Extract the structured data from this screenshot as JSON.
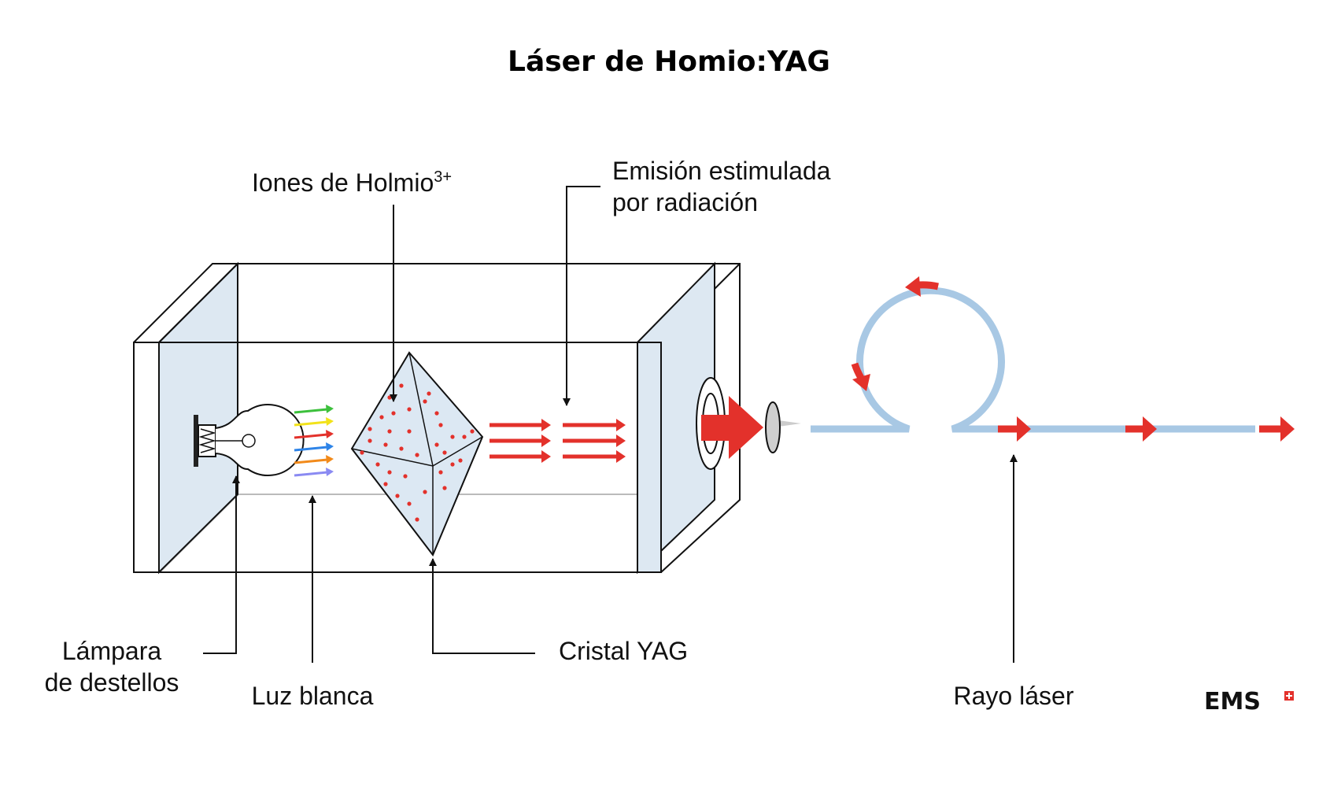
{
  "title": "Láser de Homio:YAG",
  "labels": {
    "ions": "Iones de Holmio",
    "ions_sup": "3+",
    "emission_line1": "Emisión estimulada",
    "emission_line2": "por radiación",
    "lamp_line1": "Lámpara",
    "lamp_line2": "de destellos",
    "white_light": "Luz blanca",
    "crystal": "Cristal YAG",
    "laser_beam": "Rayo láser"
  },
  "logo": "EMS",
  "colors": {
    "laser_red": "#e3312b",
    "fiber_blue": "#a8c8e4",
    "mirror_fill": "#dde8f2",
    "crystal_fill": "#dce8f3",
    "spectrum": [
      "#3cc03c",
      "#f2e21a",
      "#e3312b",
      "#2e84e8",
      "#f28a1a",
      "#8a8af2"
    ]
  }
}
